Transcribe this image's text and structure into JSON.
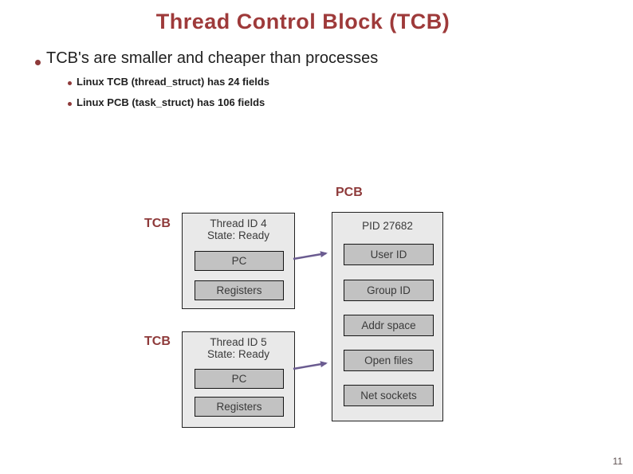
{
  "slide": {
    "title": "Thread Control Block (TCB)",
    "page_number": "11"
  },
  "bullets": {
    "level1": "TCB's are smaller and cheaper than processes",
    "level2": [
      "Linux TCB (thread_struct) has 24 fields",
      "Linux PCB (task_struct) has 106 fields"
    ]
  },
  "diagram": {
    "pcb_label": "PCB",
    "tcb1": {
      "label": "TCB",
      "line1": "Thread ID 4",
      "line2": "State: Ready",
      "fields": [
        "PC",
        "Registers"
      ]
    },
    "tcb2": {
      "label": "TCB",
      "line1": "Thread ID 5",
      "line2": "State: Ready",
      "fields": [
        "PC",
        "Registers"
      ]
    },
    "pcb": {
      "header": "PID 27682",
      "fields": [
        "User ID",
        "Group ID",
        "Addr space",
        "Open files",
        "Net sockets"
      ]
    },
    "colors": {
      "title_accent": "#9e3a3a",
      "label_accent": "#8e3a3a",
      "outer_box_fill": "#e9e9e9",
      "field_box_fill": "#c2c2c2",
      "arrow": "#6a5b90",
      "body_text": "#1f1f1f"
    }
  }
}
